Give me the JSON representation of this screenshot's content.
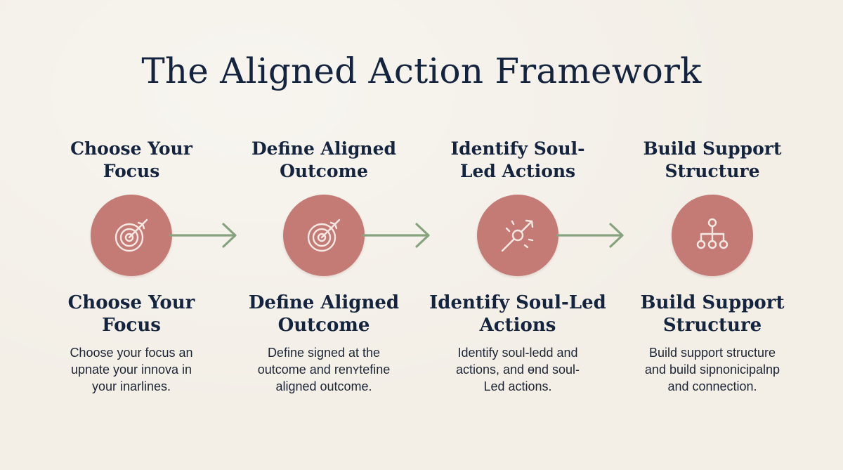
{
  "title": "The Aligned Action Framework",
  "colors": {
    "background": "#f3efe7",
    "title_text": "#14243f",
    "circle_fill": "#c47b76",
    "icon_stroke": "#f6e9e4",
    "arrow": "#86a37e"
  },
  "steps": [
    {
      "heading_line1": "Choose Your",
      "heading_line2": "Focus",
      "icon": "target-arrow-icon",
      "label_line1": "Choose Your",
      "label_line2": "Focus",
      "desc_line1": "Choose your focus an",
      "desc_line2": "upnate your innova in",
      "desc_line3": "your inarlines."
    },
    {
      "heading_line1": "Define Aligned",
      "heading_line2": "Outcome",
      "icon": "target-arrow-icon",
      "label_line1": "Define Aligned",
      "label_line2": "Outcome",
      "desc_line1": "Define signed at the",
      "desc_line2": "outcome and renʏtefine",
      "desc_line3": "aligned outcome."
    },
    {
      "heading_line1": "Identify Soul-",
      "heading_line2": "Led Actions",
      "icon": "compass-arrow-icon",
      "label_line1": "Identify Soul-Led",
      "label_line2": "Actions",
      "desc_line1": "Identify soul-ledd and",
      "desc_line2": "actions, and ɵnd soul-",
      "desc_line3": "Led actions."
    },
    {
      "heading_line1": "Build Support",
      "heading_line2": "Structure",
      "icon": "hierarchy-icon",
      "label_line1": "Build Support",
      "label_line2": "Structure",
      "desc_line1": "Build support structure",
      "desc_line2": "and build sipnonicipalnp",
      "desc_line3": "and connection."
    }
  ]
}
